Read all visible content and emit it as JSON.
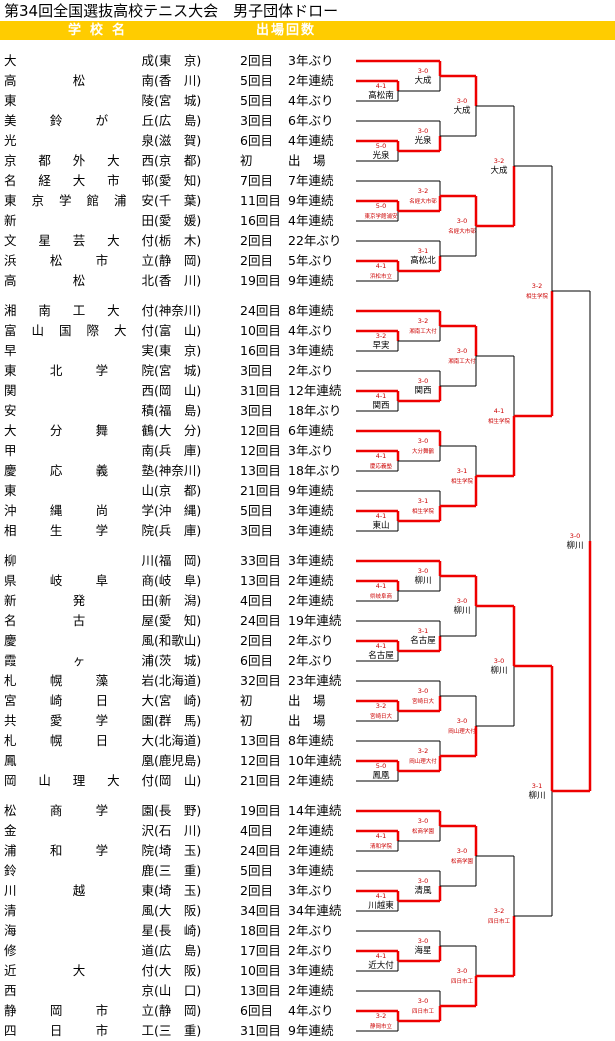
{
  "title": "第34回全国選抜高校テニス大会　男子団体ドロー",
  "header": {
    "school": "学校名",
    "appearances": "出場回数"
  },
  "schools": [
    {
      "name": "大成",
      "pref": "(東　京)",
      "count": "2回目",
      "status": "3年ぶり"
    },
    {
      "name": "高松南",
      "pref": "(香　川)",
      "count": "5回目",
      "status": "2年連続"
    },
    {
      "name": "東陵",
      "pref": "(宮　城)",
      "count": "5回目",
      "status": "4年ぶり"
    },
    {
      "name": "美鈴が丘",
      "pref": "(広　島)",
      "count": "3回目",
      "status": "6年ぶり"
    },
    {
      "name": "光泉",
      "pref": "(滋　賀)",
      "count": "6回目",
      "status": "4年連続"
    },
    {
      "name": "京都外大西",
      "pref": "(京　都)",
      "count": "初",
      "status": "出　場"
    },
    {
      "name": "名経大市邨",
      "pref": "(愛　知)",
      "count": "7回目",
      "status": "7年連続"
    },
    {
      "name": "東京学館浦安",
      "pref": "(千　葉)",
      "count": "11回目",
      "status": "9年連続"
    },
    {
      "name": "新田",
      "pref": "(愛　媛)",
      "count": "16回目",
      "status": "4年連続"
    },
    {
      "name": "文星芸大付",
      "pref": "(栃　木)",
      "count": "2回目",
      "status": "22年ぶり"
    },
    {
      "name": "浜松市立",
      "pref": "(静　岡)",
      "count": "2回目",
      "status": "5年ぶり"
    },
    {
      "name": "高松北",
      "pref": "(香　川)",
      "count": "19回目",
      "status": "9年連続"
    },
    {
      "name": "湘南工大付",
      "pref": "(神奈川)",
      "count": "24回目",
      "status": "8年連続"
    },
    {
      "name": "富山国際大付",
      "pref": "(富　山)",
      "count": "10回目",
      "status": "4年ぶり"
    },
    {
      "name": "早実",
      "pref": "(東　京)",
      "count": "16回目",
      "status": "3年連続"
    },
    {
      "name": "東北学院",
      "pref": "(宮　城)",
      "count": "3回目",
      "status": "2年ぶり"
    },
    {
      "name": "関西",
      "pref": "(岡　山)",
      "count": "31回目",
      "status": "12年連続"
    },
    {
      "name": "安積",
      "pref": "(福　島)",
      "count": "3回目",
      "status": "18年ぶり"
    },
    {
      "name": "大分舞鶴",
      "pref": "(大　分)",
      "count": "12回目",
      "status": "6年連続"
    },
    {
      "name": "甲南",
      "pref": "(兵　庫)",
      "count": "12回目",
      "status": "3年ぶり"
    },
    {
      "name": "慶応義塾",
      "pref": "(神奈川)",
      "count": "13回目",
      "status": "18年ぶり"
    },
    {
      "name": "東山",
      "pref": "(京　都)",
      "count": "21回目",
      "status": "9年連続"
    },
    {
      "name": "沖縄尚学",
      "pref": "(沖　縄)",
      "count": "5回目",
      "status": "3年連続"
    },
    {
      "name": "相生学院",
      "pref": "(兵　庫)",
      "count": "3回目",
      "status": "3年連続"
    },
    {
      "name": "柳川",
      "pref": "(福　岡)",
      "count": "33回目",
      "status": "3年連続"
    },
    {
      "name": "県岐阜商",
      "pref": "(岐　阜)",
      "count": "13回目",
      "status": "2年連続"
    },
    {
      "name": "新発田",
      "pref": "(新　潟)",
      "count": "4回目",
      "status": "2年連続"
    },
    {
      "name": "名古屋",
      "pref": "(愛　知)",
      "count": "24回目",
      "status": "19年連続"
    },
    {
      "name": "慶風",
      "pref": "(和歌山)",
      "count": "2回目",
      "status": "2年ぶり"
    },
    {
      "name": "霞ヶ浦",
      "pref": "(茨　城)",
      "count": "6回目",
      "status": "2年ぶり"
    },
    {
      "name": "札幌藻岩",
      "pref": "(北海道)",
      "count": "32回目",
      "status": "23年連続"
    },
    {
      "name": "宮崎日大",
      "pref": "(宮　崎)",
      "count": "初",
      "status": "出　場"
    },
    {
      "name": "共愛学園",
      "pref": "(群　馬)",
      "count": "初",
      "status": "出　場"
    },
    {
      "name": "札幌日大",
      "pref": "(北海道)",
      "count": "13回目",
      "status": "8年連続"
    },
    {
      "name": "鳳凰",
      "pref": "(鹿児島)",
      "count": "12回目",
      "status": "10年連続"
    },
    {
      "name": "岡山理大付",
      "pref": "(岡　山)",
      "count": "21回目",
      "status": "2年連続"
    },
    {
      "name": "松商学園",
      "pref": "(長　野)",
      "count": "19回目",
      "status": "14年連続"
    },
    {
      "name": "金沢",
      "pref": "(石　川)",
      "count": "4回目",
      "status": "2年連続"
    },
    {
      "name": "浦和学院",
      "pref": "(埼　玉)",
      "count": "24回目",
      "status": "2年連続"
    },
    {
      "name": "鈴鹿",
      "pref": "(三　重)",
      "count": "5回目",
      "status": "3年連続"
    },
    {
      "name": "川越東",
      "pref": "(埼　玉)",
      "count": "2回目",
      "status": "3年ぶり"
    },
    {
      "name": "清風",
      "pref": "(大　阪)",
      "count": "34回目",
      "status": "34年連続"
    },
    {
      "name": "海星",
      "pref": "(長　崎)",
      "count": "18回目",
      "status": "2年ぶり"
    },
    {
      "name": "修道",
      "pref": "(広　島)",
      "count": "17回目",
      "status": "2年ぶり"
    },
    {
      "name": "近大付",
      "pref": "(大　阪)",
      "count": "10回目",
      "status": "3年連続"
    },
    {
      "name": "西京",
      "pref": "(山　口)",
      "count": "13回目",
      "status": "2年連続"
    },
    {
      "name": "静岡市立",
      "pref": "(静　岡)",
      "count": "6回目",
      "status": "4年ぶり"
    },
    {
      "name": "四日市工",
      "pref": "(三　重)",
      "count": "31回目",
      "status": "9年連続"
    }
  ],
  "bracket": {
    "r1": [
      {
        "score": "4-1",
        "winner": "高松南"
      },
      {
        "score": "5-0",
        "winner": "光泉"
      },
      {
        "score": "5-0",
        "winner": "東京学館浦安"
      },
      {
        "score": "4-1",
        "winner": "浜松市立"
      },
      {
        "score": "3-2",
        "winner": "早実"
      },
      {
        "score": "4-1",
        "winner": "関西"
      },
      {
        "score": "4-1",
        "winner": "慶応義塾"
      },
      {
        "score": "4-1",
        "winner": "東山"
      },
      {
        "score": "4-1",
        "winner": "県岐阜商"
      },
      {
        "score": "4-1",
        "winner": "名古屋"
      },
      {
        "score": "3-2",
        "winner": "宮崎日大"
      },
      {
        "score": "5-0",
        "winner": "鳳凰"
      },
      {
        "score": "4-1",
        "winner": "清和学院"
      },
      {
        "score": "4-1",
        "winner": "川越東"
      },
      {
        "score": "4-1",
        "winner": "近大付"
      },
      {
        "score": "3-2",
        "winner": "静岡市立"
      }
    ],
    "r2": [
      {
        "score": "3-0",
        "winner": "大成"
      },
      {
        "score": "3-0",
        "winner": "光泉"
      },
      {
        "score": "3-2",
        "winner": "名経大市邨"
      },
      {
        "score": "3-1",
        "winner": "高松北"
      },
      {
        "score": "3-2",
        "winner": "湘南工大付"
      },
      {
        "score": "3-0",
        "winner": "関西"
      },
      {
        "score": "3-0",
        "winner": "大分舞鶴"
      },
      {
        "score": "3-1",
        "winner": "相生学院"
      },
      {
        "score": "3-0",
        "winner": "柳川"
      },
      {
        "score": "3-1",
        "winner": "名古屋"
      },
      {
        "score": "3-0",
        "winner": "宮崎日大"
      },
      {
        "score": "3-2",
        "winner": "岡山理大付"
      },
      {
        "score": "3-0",
        "winner": "松商学園"
      },
      {
        "score": "3-0",
        "winner": "清風"
      },
      {
        "score": "3-0",
        "winner": "海星"
      },
      {
        "score": "3-0",
        "winner": "四日市工"
      }
    ],
    "r3": [
      {
        "score": "3-0",
        "winner": "大成"
      },
      {
        "score": "3-0",
        "winner": "名経大市邨"
      },
      {
        "score": "3-0",
        "winner": "湘南工大付"
      },
      {
        "score": "3-1",
        "winner": "相生学院"
      },
      {
        "score": "3-0",
        "winner": "柳川"
      },
      {
        "score": "3-0",
        "winner": "岡山理大付"
      },
      {
        "score": "3-0",
        "winner": "松商学園"
      },
      {
        "score": "3-0",
        "winner": "四日市工"
      }
    ],
    "r4": [
      {
        "score": "3-2",
        "winner": "大成"
      },
      {
        "score": "4-1",
        "winner": "相生学院"
      },
      {
        "score": "3-0",
        "winner": "柳川"
      },
      {
        "score": "3-2",
        "winner": "四日市工"
      }
    ],
    "r5": [
      {
        "score": "3-2",
        "winner": "相生学院"
      },
      {
        "score": "3-1",
        "winner": "柳川"
      }
    ],
    "final": {
      "score": "3-0",
      "winner": "柳川"
    }
  },
  "colors": {
    "header": "#ffcc00",
    "line": "#ee0000",
    "text": "#000000"
  }
}
